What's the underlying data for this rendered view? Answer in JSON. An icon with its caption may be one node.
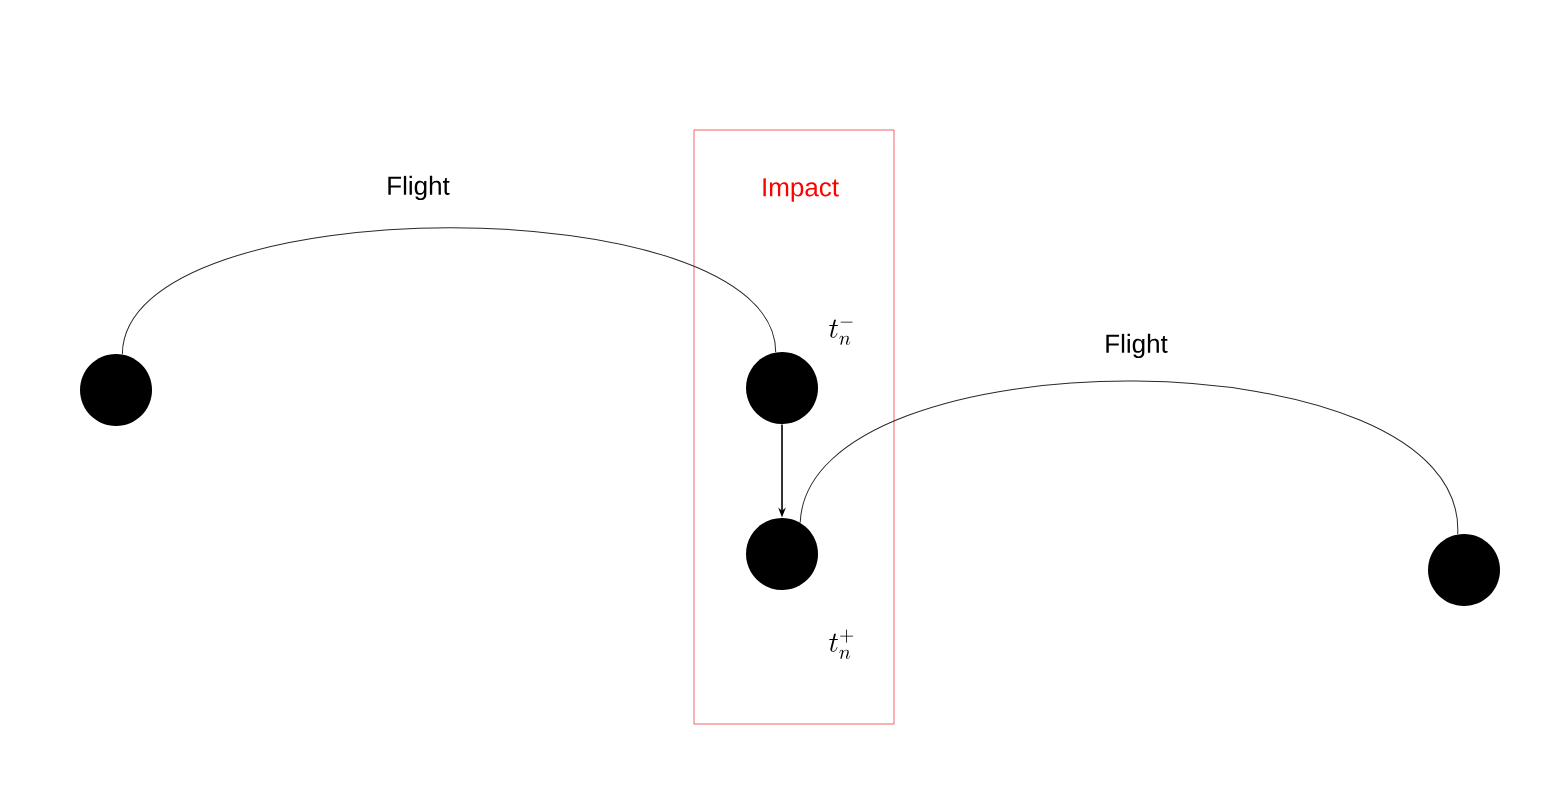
{
  "diagram": {
    "nodes": [
      {
        "text": [],
        "shape": "circle"
      },
      {
        "text": [
          "Impact"
        ]
      },
      {
        "text": [],
        "shape": "circle",
        "in": 1,
        "beside": [
          "t_n^-"
        ]
      },
      {
        "text": [],
        "shape": "circle",
        "in": 1,
        "beside": [
          "t_n^+"
        ]
      },
      {
        "text": [],
        "shape": "circle"
      }
    ],
    "edges": [
      {
        "from": 0,
        "to": 2,
        "arrow": "none",
        "label": "Flight"
      },
      {
        "from": 2,
        "to": 3,
        "arrow": "to"
      },
      {
        "from": 3,
        "to": 4,
        "arrow": "none",
        "label": "Flight"
      }
    ]
  }
}
